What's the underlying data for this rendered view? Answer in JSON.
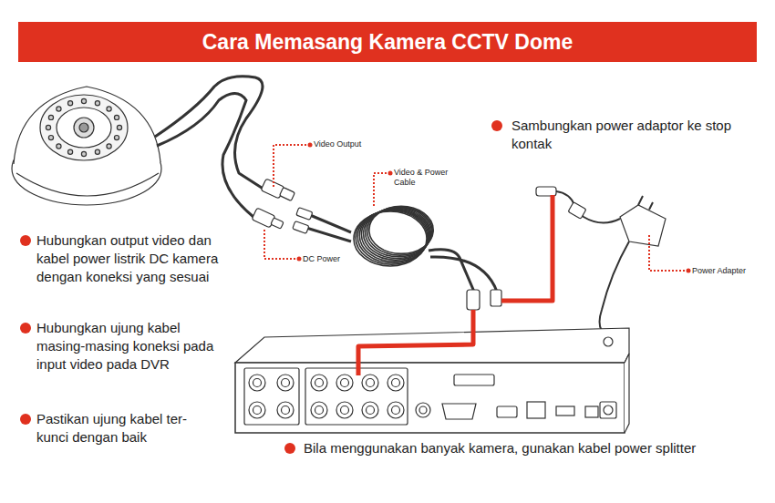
{
  "diagram": {
    "title": "Cara Memasang Kamera CCTV Dome",
    "labels": [
      "Video Output",
      "Video & Power Cable",
      "DC Power",
      "Sambungkan power adaptor ke stop kontak",
      "Power Adapter",
      "Hubungkan output video dan kabel power listrik DC kamera dengan koneksi yang sesuai",
      "Hubungkan ujung kabel masing-masing koneksi pada input video pada DVR",
      "Pastikan ujung kabel ter- kunci dengan baik",
      "Bila menggunakan banyak kamera, gunakan kabel power splitter"
    ]
  }
}
